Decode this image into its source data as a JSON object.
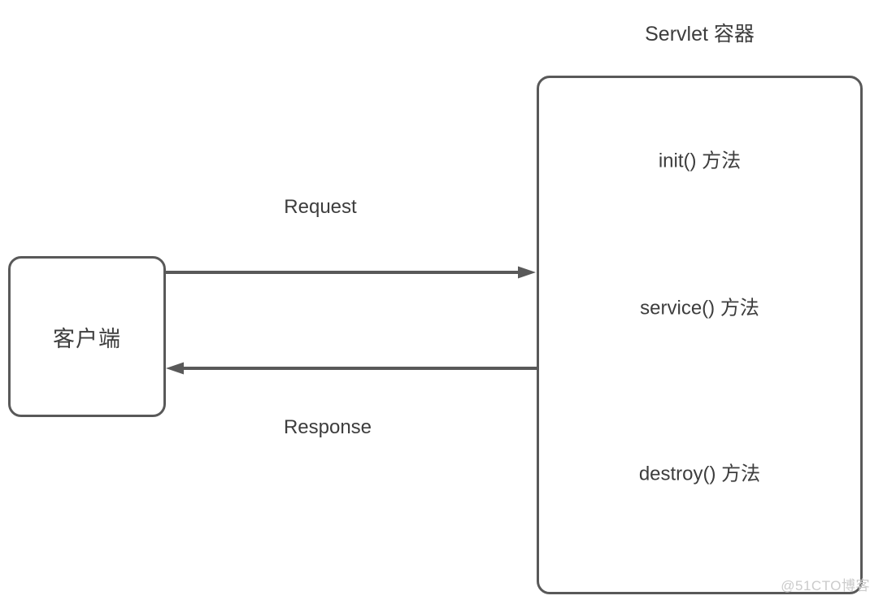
{
  "diagram": {
    "title": "Servlet 容器",
    "client": {
      "label": "客户端"
    },
    "container": {
      "methods": [
        {
          "label": "init() 方法"
        },
        {
          "label": "service() 方法"
        },
        {
          "label": "destroy() 方法"
        }
      ]
    },
    "arrows": {
      "request_label": "Request",
      "response_label": "Response"
    },
    "watermark": "@51CTO博客",
    "colors": {
      "stroke": "#595959",
      "text": "#3d3d3d",
      "watermark": "#cbcbcb",
      "background": "#ffffff"
    }
  }
}
